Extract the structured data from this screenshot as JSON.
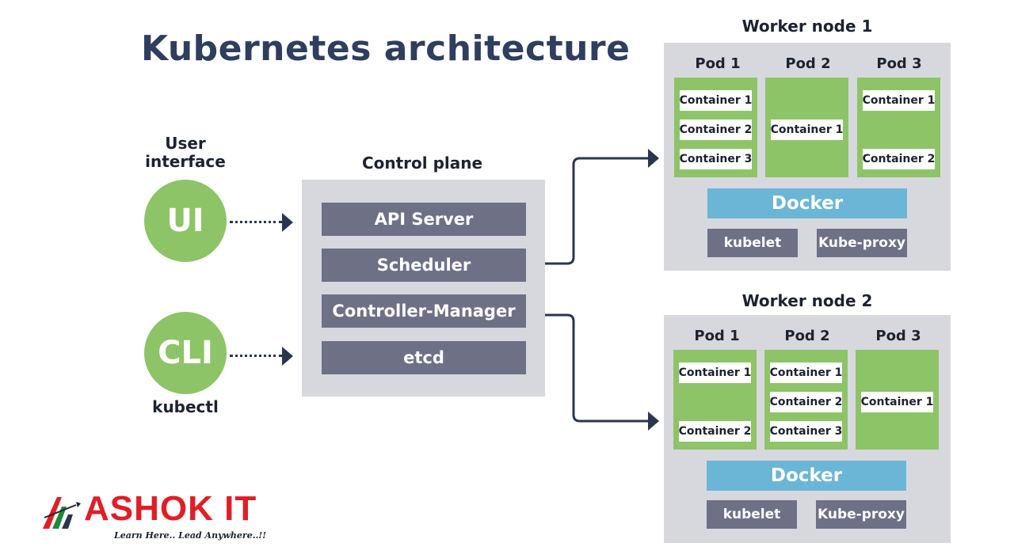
{
  "title": "Kubernetes architecture",
  "user_interface": {
    "label": "User interface",
    "ui_label": "UI",
    "cli_label": "CLI",
    "cli_caption": "kubectl"
  },
  "control_plane": {
    "label": "Control plane",
    "items": [
      "API Server",
      "Scheduler",
      "Controller-Manager",
      "etcd"
    ]
  },
  "worker_nodes": [
    {
      "label": "Worker node 1",
      "pods": [
        {
          "label": "Pod 1",
          "containers": [
            "Container 1",
            "Container 2",
            "Container 3"
          ]
        },
        {
          "label": "Pod 2",
          "containers": [
            "Container 1"
          ]
        },
        {
          "label": "Pod 3",
          "containers": [
            "Container 1",
            "Container 2"
          ]
        }
      ],
      "runtime": "Docker",
      "services": [
        "kubelet",
        "Kube-proxy"
      ]
    },
    {
      "label": "Worker node 2",
      "pods": [
        {
          "label": "Pod 1",
          "containers": [
            "Container 1",
            "Container 2"
          ]
        },
        {
          "label": "Pod 2",
          "containers": [
            "Container 1",
            "Container 2",
            "Container 3"
          ]
        },
        {
          "label": "Pod 3",
          "containers": [
            "Container 1"
          ]
        }
      ],
      "runtime": "Docker",
      "services": [
        "kubelet",
        "Kube-proxy"
      ]
    }
  ],
  "logo": {
    "name": "ASHOK IT",
    "tagline": "Learn Here.. Lead Anywhere..!!"
  },
  "colors": {
    "title": "#2f3e5e",
    "green": "#8dc467",
    "panel": "#d7d8de",
    "slate": "#6e7185",
    "docker": "#6bb6d6",
    "arrow": "#2a3550",
    "logo_red": "#e01e26"
  }
}
